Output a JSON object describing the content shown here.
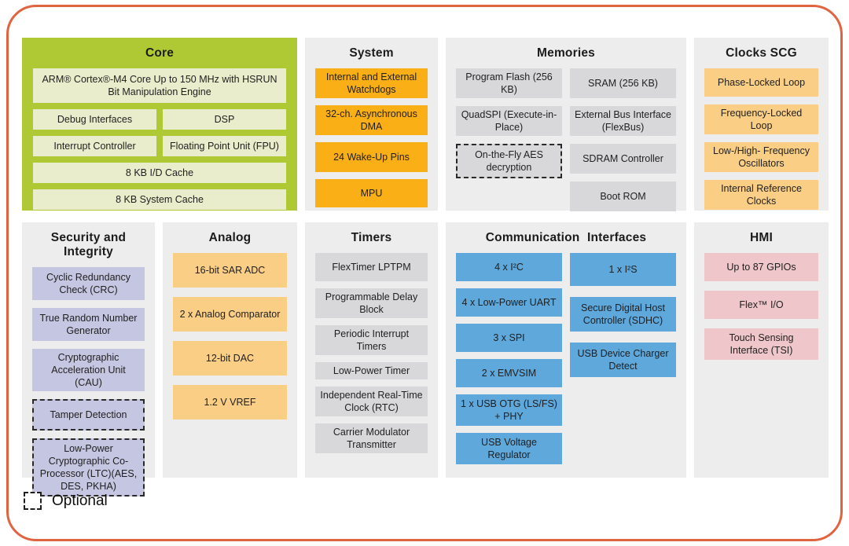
{
  "legend": {
    "label": "Optional"
  },
  "colors": {
    "frame_border": "#E0643F",
    "panel_bg": "#EDEDEE",
    "core_panel_bg": "#AFC935",
    "core_block": "#E9EDCB",
    "system_block_orange": "#F9AF15",
    "clock_analog_block_orange": "#FACE85",
    "memory_timer_block_gray": "#D8D8DA",
    "security_block_purple": "#C5C6E1",
    "comm_block_blue": "#5FA8DC",
    "hmi_block_pink": "#EFC6C9",
    "text": "#1F1F1F"
  },
  "panels": {
    "core": {
      "title": "Core",
      "blocks": [
        {
          "label": "ARM® Cortex®-M4 Core Up to 150 MHz with HSRUN Bit Manipulation Engine",
          "optional": false
        },
        {
          "label": "Debug Interfaces",
          "optional": false
        },
        {
          "label": "DSP",
          "optional": false
        },
        {
          "label": "Interrupt Controller",
          "optional": false
        },
        {
          "label": "Floating Point Unit (FPU)",
          "optional": false
        },
        {
          "label": "8 KB I/D Cache",
          "optional": false
        },
        {
          "label": "8 KB System Cache",
          "optional": false
        }
      ]
    },
    "system": {
      "title": "System",
      "blocks": [
        {
          "label": "Internal and External Watchdogs",
          "optional": false
        },
        {
          "label": "32-ch. Asynchronous DMA",
          "optional": false
        },
        {
          "label": "24 Wake-Up Pins",
          "optional": false
        },
        {
          "label": "MPU",
          "optional": false
        }
      ]
    },
    "memories": {
      "title": "Memories",
      "left": [
        {
          "label": "Program Flash (256 KB)",
          "optional": false
        },
        {
          "label": "QuadSPI (Execute-in-Place)",
          "optional": false
        },
        {
          "label": "On-the-Fly AES decryption",
          "optional": true
        }
      ],
      "right": [
        {
          "label": "SRAM (256 KB)",
          "optional": false
        },
        {
          "label": "External Bus Interface (FlexBus)",
          "optional": false
        },
        {
          "label": "SDRAM Controller",
          "optional": false
        },
        {
          "label": "Boot ROM",
          "optional": false
        }
      ]
    },
    "clocks": {
      "title": "Clocks SCG",
      "blocks": [
        {
          "label": "Phase-Locked Loop",
          "optional": false
        },
        {
          "label": "Frequency-Locked Loop",
          "optional": false
        },
        {
          "label": "Low-/High- Frequency Oscillators",
          "optional": false
        },
        {
          "label": "Internal Reference Clocks",
          "optional": false
        }
      ]
    },
    "security": {
      "title": "Security and Integrity",
      "blocks": [
        {
          "label": "Cyclic Redundancy Check (CRC)",
          "optional": false
        },
        {
          "label": "True Random Number Generator",
          "optional": false
        },
        {
          "label": "Cryptographic Acceleration Unit (CAU)",
          "optional": false
        },
        {
          "label": "Tamper Detection",
          "optional": true
        },
        {
          "label": "Low-Power Cryptographic Co-Processor (LTC)(AES, DES, PKHA)",
          "optional": true
        }
      ]
    },
    "analog": {
      "title": "Analog",
      "blocks": [
        {
          "label": "16-bit SAR ADC",
          "optional": false
        },
        {
          "label": "2 x Analog Comparator",
          "optional": false
        },
        {
          "label": "12-bit DAC",
          "optional": false
        },
        {
          "label": "1.2 V VREF",
          "optional": false
        }
      ]
    },
    "timers": {
      "title": "Timers",
      "blocks": [
        {
          "label": "FlexTimer LPTPM",
          "optional": false
        },
        {
          "label": "Programmable Delay Block",
          "optional": false
        },
        {
          "label": "Periodic Interrupt Timers",
          "optional": false
        },
        {
          "label": "Low-Power Timer",
          "optional": false
        },
        {
          "label": "Independent Real-Time Clock (RTC)",
          "optional": false
        },
        {
          "label": "Carrier Modulator Transmitter",
          "optional": false
        }
      ]
    },
    "comm": {
      "title": "Communication Interfaces",
      "left": [
        {
          "label": "4 x I²C",
          "optional": false
        },
        {
          "label": "4 x Low-Power UART",
          "optional": false
        },
        {
          "label": "3 x SPI",
          "optional": false
        },
        {
          "label": "2 x EMVSIM",
          "optional": false
        },
        {
          "label": "1 x USB OTG (LS/FS) + PHY",
          "optional": false
        },
        {
          "label": "USB Voltage Regulator",
          "optional": false
        }
      ],
      "right": [
        {
          "label": "1 x I²S",
          "optional": false
        },
        {
          "label": "Secure Digital Host Controller (SDHC)",
          "optional": false
        },
        {
          "label": "USB Device Charger Detect",
          "optional": false
        }
      ]
    },
    "hmi": {
      "title": "HMI",
      "blocks": [
        {
          "label": "Up to 87 GPIOs",
          "optional": false
        },
        {
          "label": "Flex™ I/O",
          "optional": false
        },
        {
          "label": "Touch Sensing Interface (TSI)",
          "optional": false
        }
      ]
    }
  }
}
